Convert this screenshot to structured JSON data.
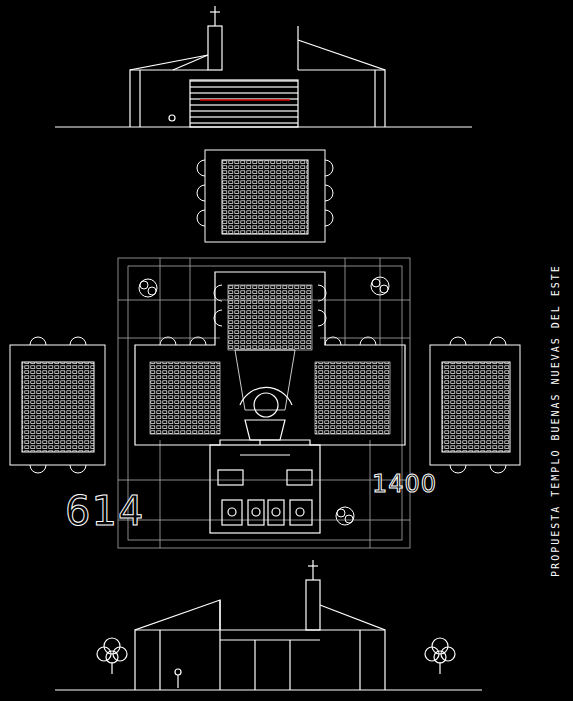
{
  "diagram": {
    "labels": [
      "PROPUESTA TEMPLO BUENAS NUEVAS DEL ESTE",
      "614",
      "1400"
    ]
  }
}
